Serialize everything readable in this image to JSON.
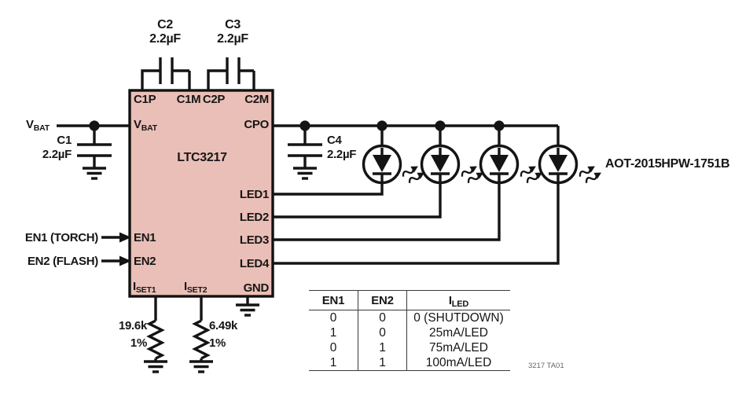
{
  "colors": {
    "background": "#ffffff",
    "ic_fill": "#eabfb7",
    "line": "#141414",
    "table_line": "#3a3a3a",
    "note_text": "#676767"
  },
  "icons": {
    "light_rays_icon": "double wavy arrow (LED light emission)",
    "junction_dot_icon": "●",
    "ground_icon": "⏚",
    "enable_arrowhead_icon": "▶"
  },
  "labels": {
    "vbat_input": {
      "main": "V",
      "sub": "BAT"
    },
    "en1_input": "EN1 (TORCH)",
    "en2_input": "EN2 (FLASH)",
    "led_module": "AOT-2015HPW-1751B",
    "figure_note": "3217 TA01"
  },
  "capacitors": {
    "c1": {
      "name": "C1",
      "value": "2.2µF"
    },
    "c2": {
      "name": "C2",
      "value": "2.2µF"
    },
    "c3": {
      "name": "C3",
      "value": "2.2µF"
    },
    "c4": {
      "name": "C4",
      "value": "2.2µF"
    }
  },
  "resistors": {
    "r_iset1": {
      "value": "19.6k",
      "tolerance": "1%"
    },
    "r_iset2": {
      "value": "6.49k",
      "tolerance": "1%"
    }
  },
  "ic": {
    "part_number": "LTC3217",
    "pins": {
      "c1p": "C1P",
      "c1m": "C1M",
      "c2p": "C2P",
      "c2m": "C2M",
      "vbat": {
        "main": "V",
        "sub": "BAT"
      },
      "cpo": "CPO",
      "led1": "LED1",
      "led2": "LED2",
      "led3": "LED3",
      "led4": "LED4",
      "en1": "EN1",
      "en2": "EN2",
      "iset1": {
        "main": "I",
        "sub": "SET1"
      },
      "iset2": {
        "main": "I",
        "sub": "SET2"
      },
      "gnd": "GND"
    }
  },
  "truth_table": {
    "headers": {
      "en1": "EN1",
      "en2": "EN2",
      "iled": {
        "main": "I",
        "sub": "LED"
      }
    },
    "rows": [
      [
        "0",
        "0",
        "0 (SHUTDOWN)"
      ],
      [
        "1",
        "0",
        "25mA/LED"
      ],
      [
        "0",
        "1",
        "75mA/LED"
      ],
      [
        "1",
        "1",
        "100mA/LED"
      ]
    ]
  }
}
